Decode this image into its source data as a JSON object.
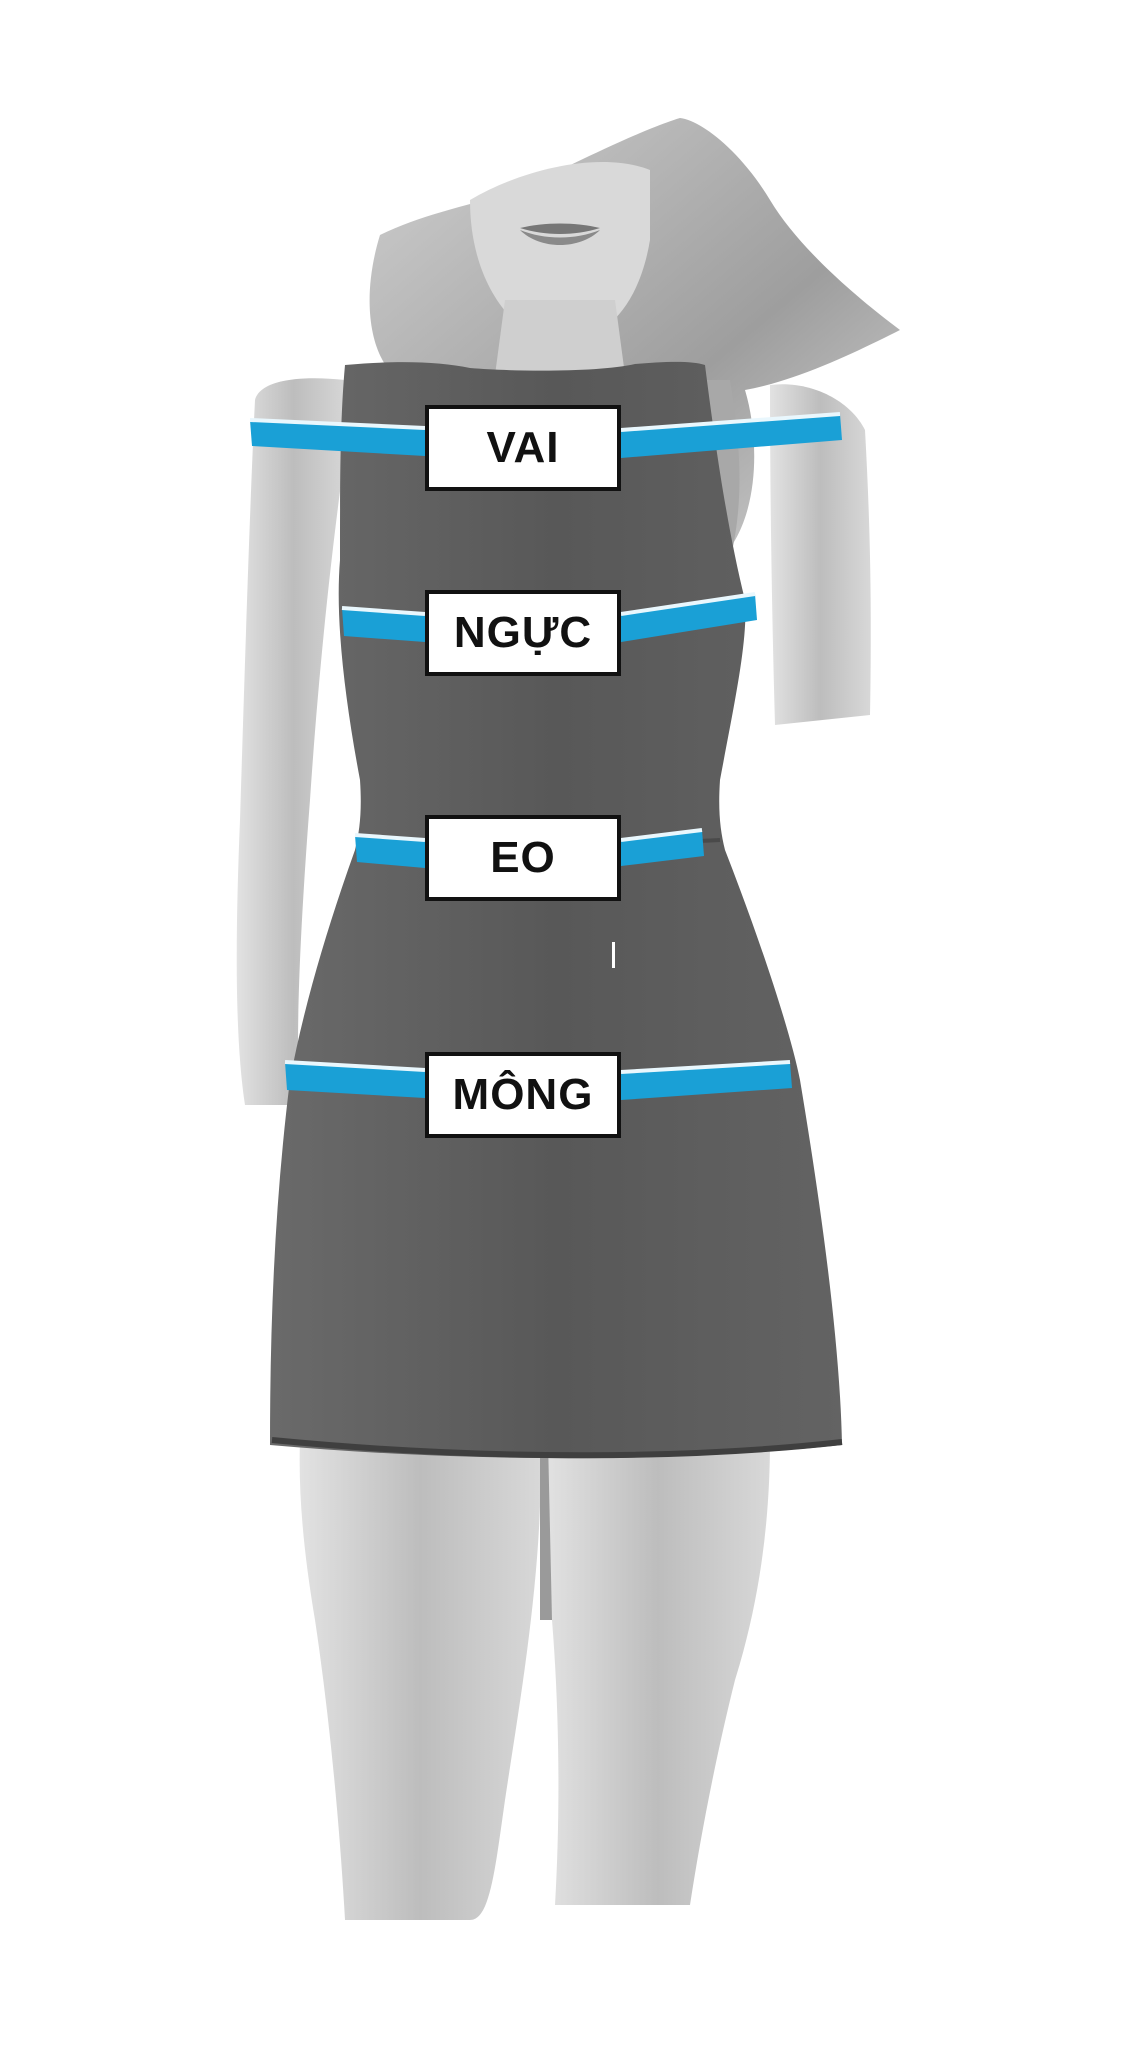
{
  "colors": {
    "background": "#ffffff",
    "tape": "#1aa0d6",
    "tape_highlight": "#e9f7fd",
    "dress": "#5d5d5d",
    "skin": "#c9c9c9",
    "hair": "#b3b3b3",
    "label_border": "#111111",
    "label_text": "#111111"
  },
  "figure": {
    "icon": "woman-in-dress-silhouette"
  },
  "measurements": [
    {
      "id": "shoulder",
      "label": "VAI"
    },
    {
      "id": "chest",
      "label": "NGỰC"
    },
    {
      "id": "waist",
      "label": "EO"
    },
    {
      "id": "hip",
      "label": "MÔNG"
    }
  ]
}
